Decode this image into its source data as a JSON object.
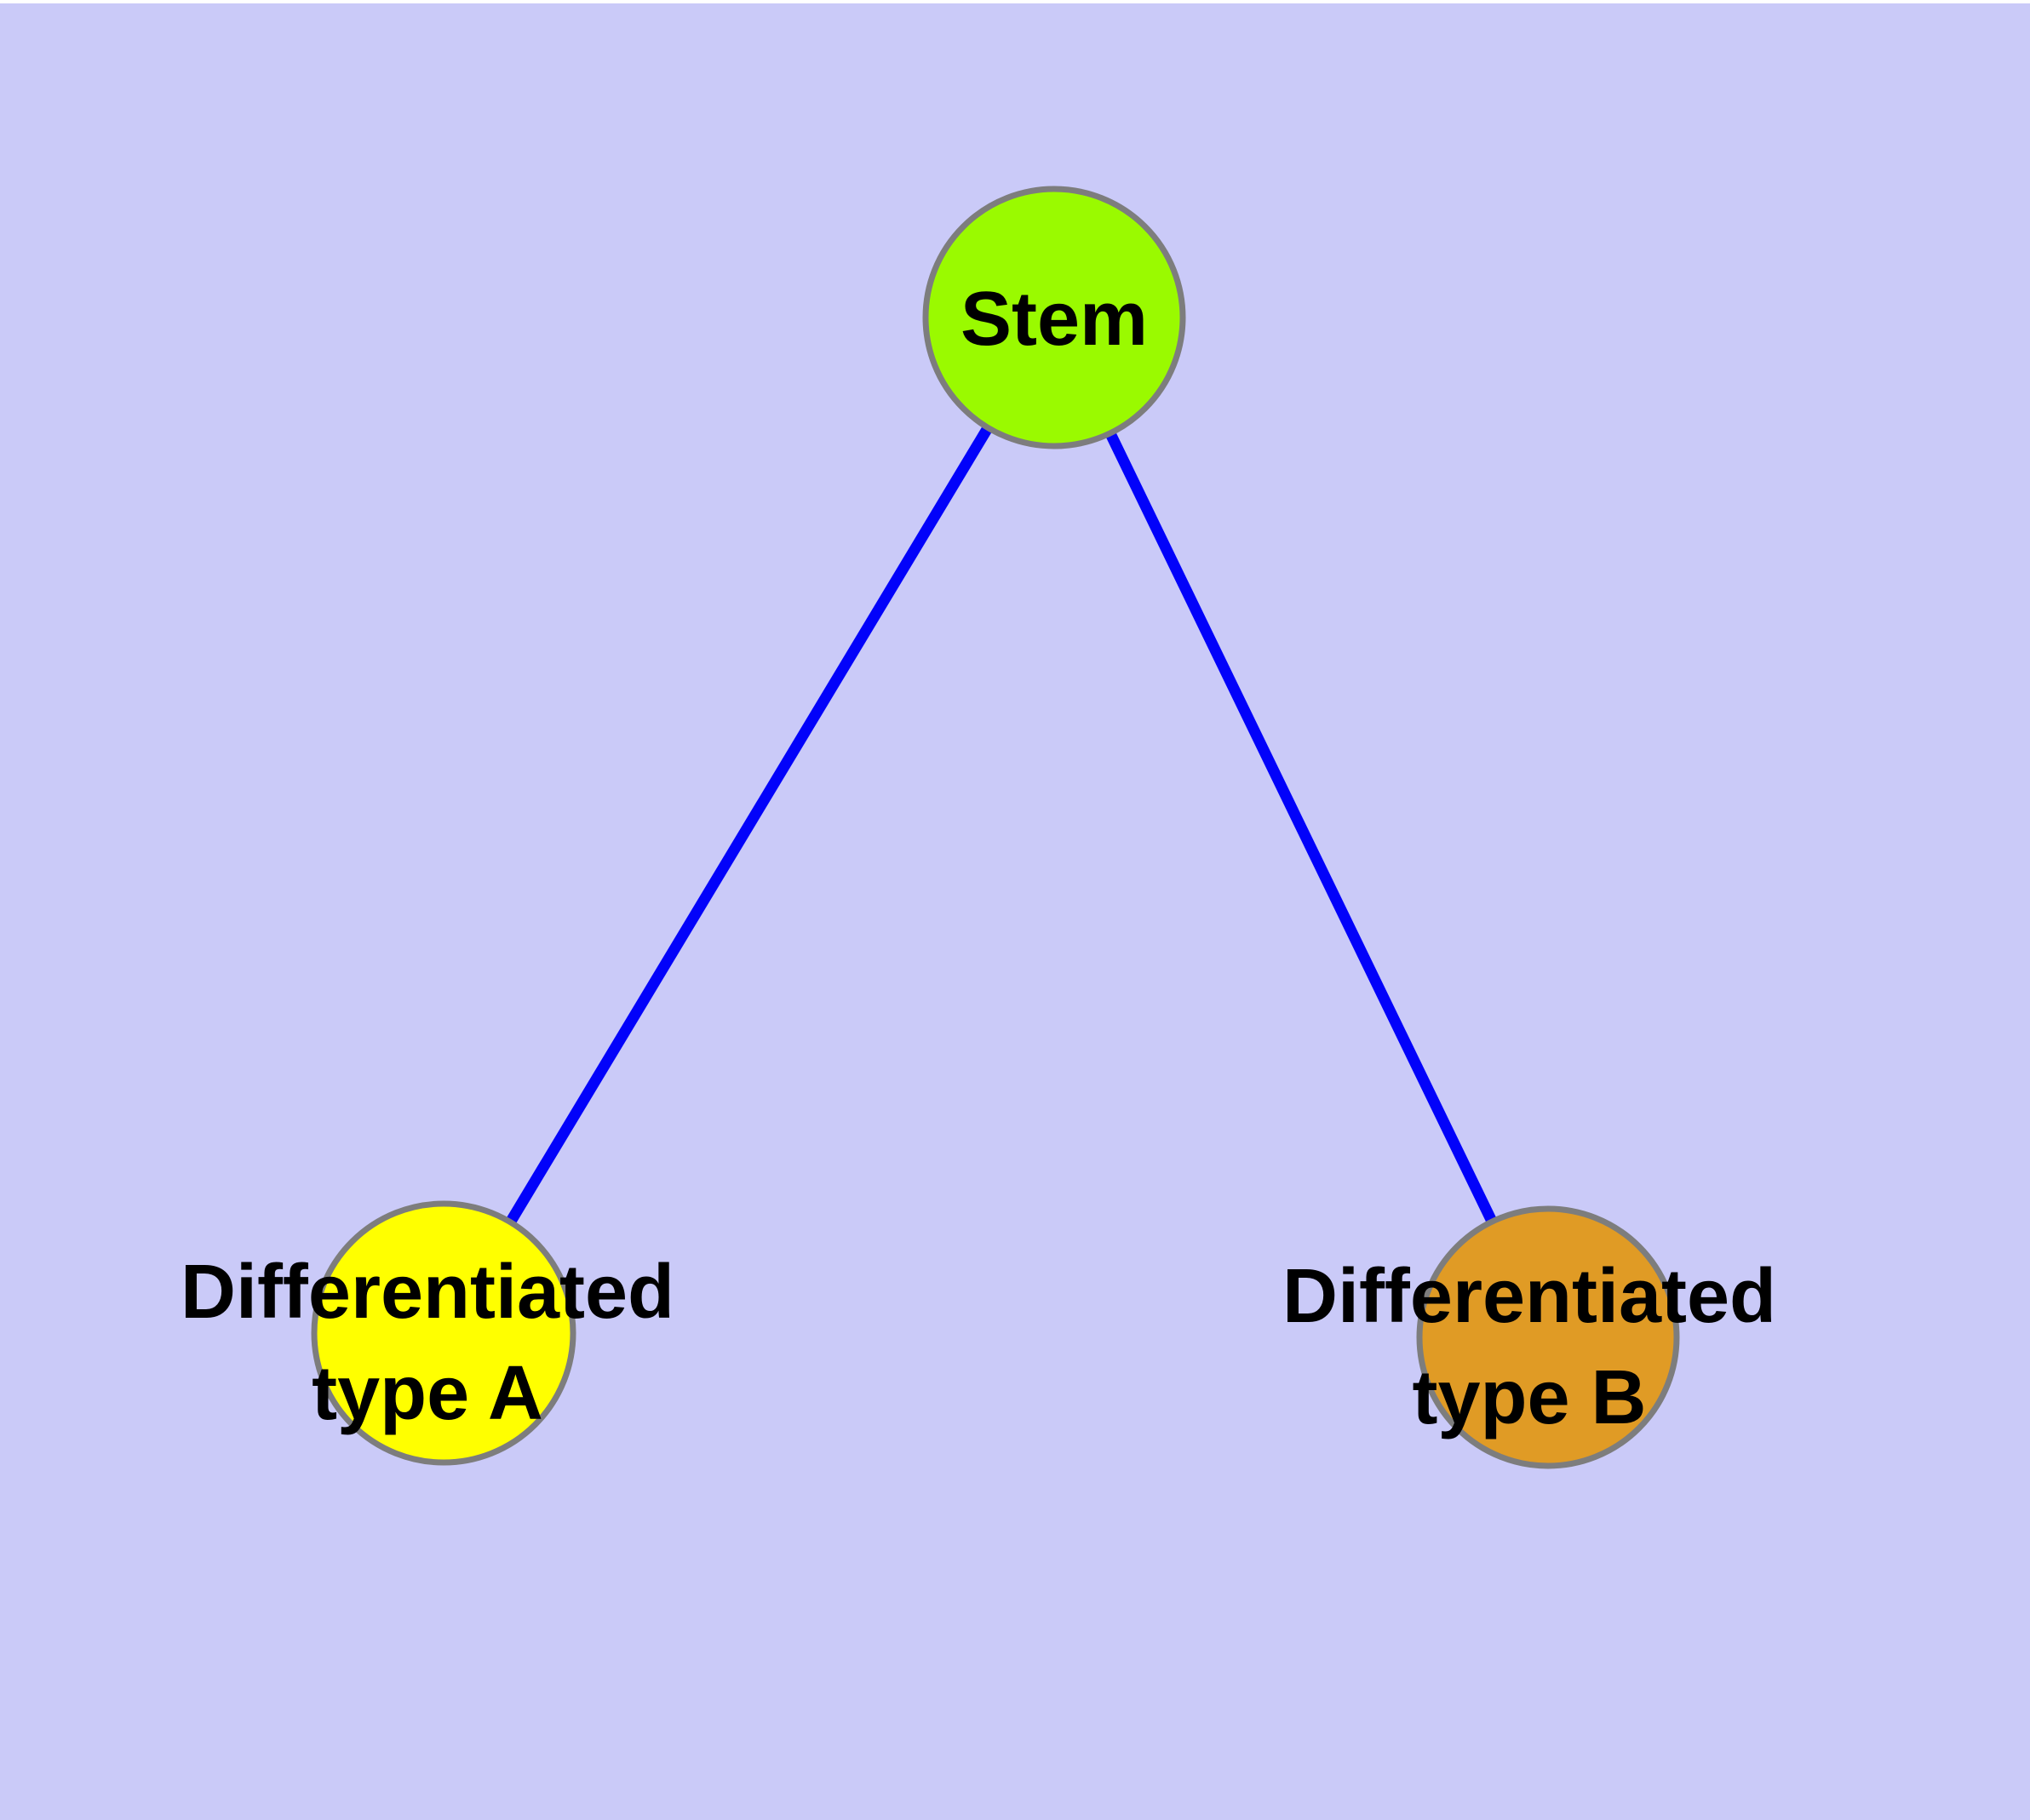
{
  "diagram": {
    "type": "graph",
    "description": "Cell differentiation hierarchy graph with one stem node and two differentiated type nodes",
    "background_color": "#cacaf8",
    "top_strip_color": "#ffffff",
    "edge_color": "#0202fa",
    "node_border_color": "#7d7d7d",
    "label_color": "#000000",
    "nodes": {
      "stem": {
        "label": "Stem",
        "fill": "#9afa00"
      },
      "type_a": {
        "label_lines": [
          "Differentiated",
          "type A"
        ],
        "fill": "#ffff00"
      },
      "type_b": {
        "label_lines": [
          "Differentiated",
          "type B"
        ],
        "fill": "#e09b25"
      }
    },
    "edges": [
      {
        "from": "Stem",
        "to": "Differentiated type A"
      },
      {
        "from": "Stem",
        "to": "Differentiated type B"
      }
    ]
  }
}
